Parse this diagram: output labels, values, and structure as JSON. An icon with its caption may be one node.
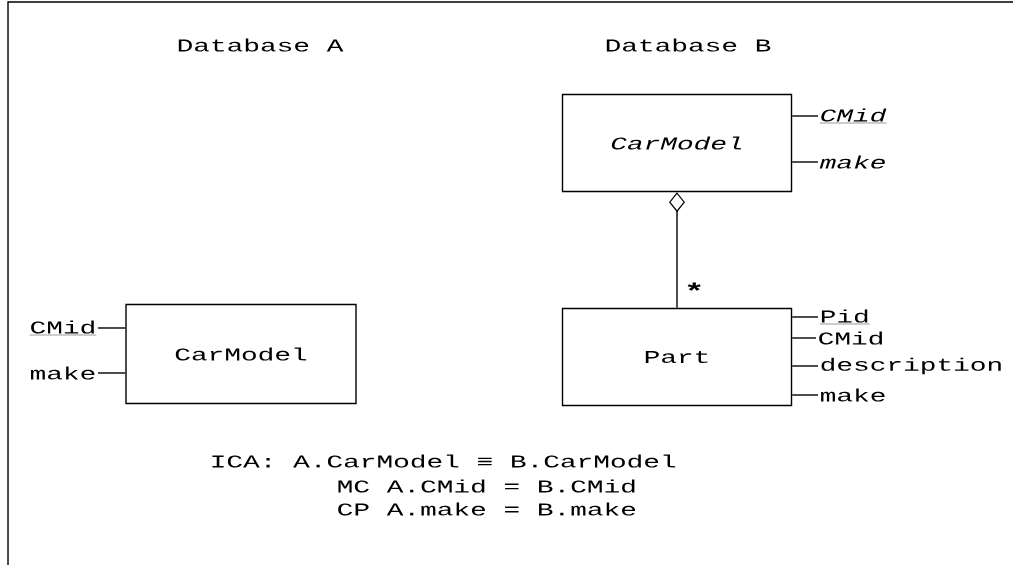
{
  "diagram": {
    "nodes": [
      {
        "text": [
          "CarModel"
        ]
      },
      {
        "text": [
          "CMid"
        ]
      },
      {
        "text": [
          "make"
        ]
      },
      {
        "text": [
          "CarModel"
        ]
      },
      {
        "text": [
          "CMid"
        ]
      },
      {
        "text": [
          "make"
        ]
      },
      {
        "text": [
          "Part"
        ]
      },
      {
        "text": [
          "Pid"
        ]
      },
      {
        "text": [
          "CMid"
        ]
      },
      {
        "text": [
          "description"
        ]
      },
      {
        "text": [
          "make"
        ]
      }
    ],
    "edges": [
      {
        "from": 1,
        "to": 0,
        "arrow": "none"
      },
      {
        "from": 2,
        "to": 0,
        "arrow": "none"
      },
      {
        "from": 4,
        "to": 3,
        "arrow": "none"
      },
      {
        "from": 5,
        "to": 3,
        "arrow": "none"
      },
      {
        "from": 3,
        "to": 6,
        "arrow": "other",
        "label": "*"
      },
      {
        "from": 7,
        "to": 6,
        "arrow": "none"
      },
      {
        "from": 8,
        "to": 6,
        "arrow": "none"
      },
      {
        "from": 9,
        "to": 6,
        "arrow": "none"
      },
      {
        "from": 10,
        "to": 6,
        "arrow": "none"
      }
    ],
    "labels": [
      "Database A",
      "Database B",
      "ICA: A.CarModel ≡ B.CarModel",
      "MC  A.CMid = B.CMid",
      "CP  A.make = B.make"
    ]
  }
}
